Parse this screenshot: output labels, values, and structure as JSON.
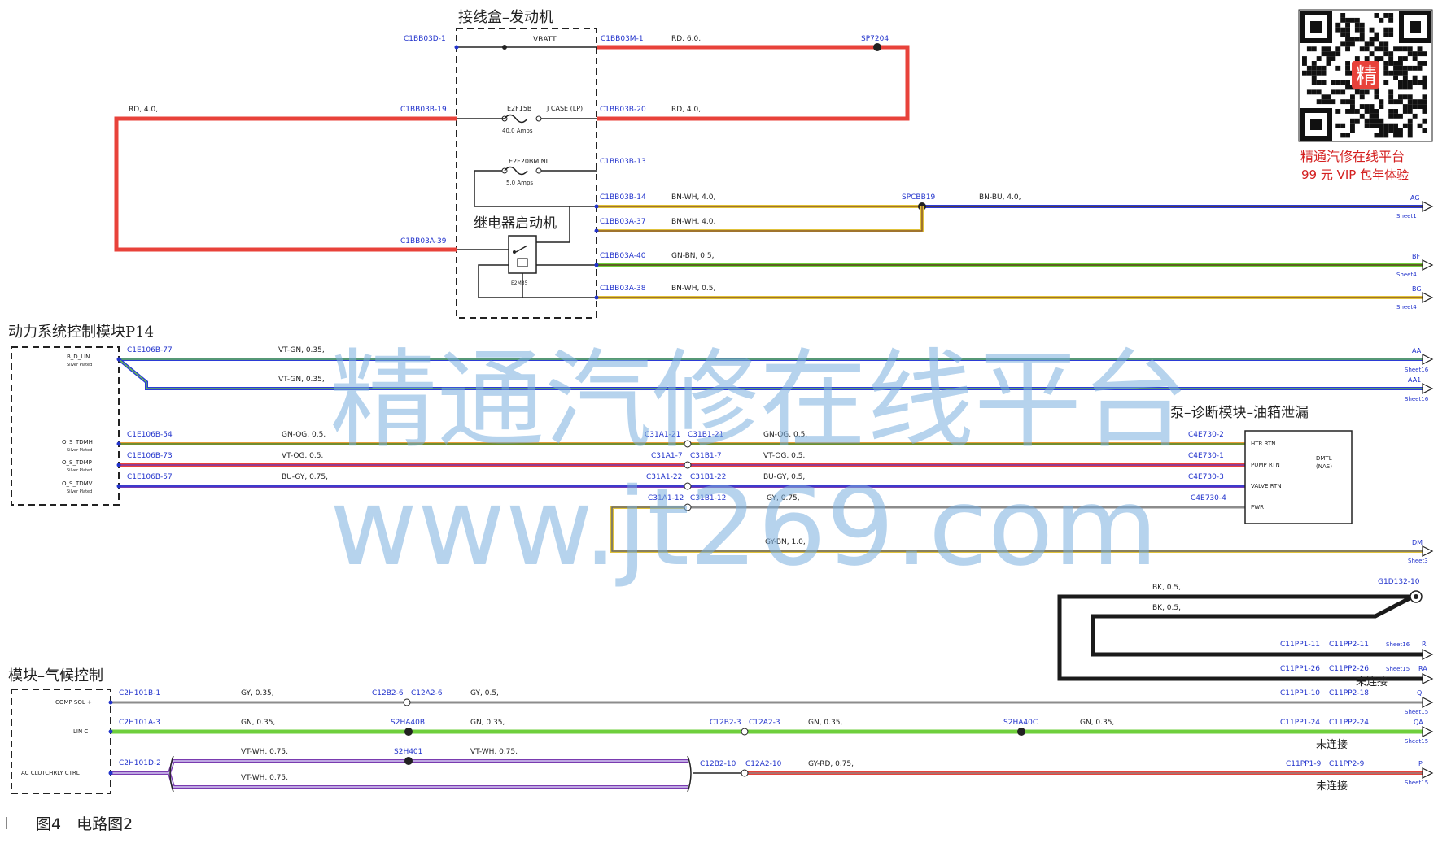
{
  "titles": {
    "junction_box": "接线盒–发动机",
    "relay": "继电器启动机",
    "pcm": "动力系统控制模块P14",
    "pump": "泵–诊断模块–油箱泄漏",
    "climate": "模块–气候控制",
    "caption": "图4　电路图2"
  },
  "watermark": {
    "cn": "精通汽修在线平台",
    "url": "www.jt269.com",
    "qr_line1": "精通汽修在线平台",
    "qr_line2": "99 元 VIP 包年体验",
    "qr_badge": "精"
  },
  "junction": {
    "c1bb03d_1": "C1BB03D-1",
    "c1bb03b_19": "C1BB03B-19",
    "c1bb03a_39": "C1BB03A-39",
    "vbatt": "VBATT",
    "c1bb03m_1": "C1BB03M-1",
    "rd60": "RD, 6.0,",
    "sp7204": "SP7204",
    "rd40_left": "RD, 4.0,",
    "e2f15b": "E2F15B",
    "jcase": "J CASE (LP)",
    "amps40": "40.0 Amps",
    "c1bb03b_20": "C1BB03B-20",
    "rd40_right": "RD, 4.0,",
    "e2f20": "E2F20BMINI",
    "amps5": "5.0 Amps",
    "c1bb03b_13": "C1BB03B-13",
    "c1bb03b_14": "C1BB03B-14",
    "bnwh40a": "BN-WH, 4.0,",
    "spcbb19": "SPCBB19",
    "bnbu40": "BN-BU, 4.0,",
    "c1bb03a_37": "C1BB03A-37",
    "bnwh40b": "BN-WH, 4.0,",
    "c1bb03a_40": "C1BB03A-40",
    "gnbn05": "GN-BN, 0.5,",
    "c1bb03a_38": "C1BB03A-38",
    "bnwh05": "BN-WH, 0.5,",
    "relay_label": "E2M35",
    "ag": "AG",
    "sheet1": "Sheet1",
    "bf": "BF",
    "sheet4a": "Sheet4",
    "bg": "BG",
    "sheet4b": "Sheet4"
  },
  "pcm": {
    "b_d_lin": "B_D_LIN",
    "plated1": "Silver Plated",
    "o_s_tdmh": "O_S_TDMH",
    "plated2": "Silver Plated",
    "o_s_tdmp": "O_S_TDMP",
    "plated3": "Silver Plated",
    "o_s_tdmv": "O_S_TDMV",
    "plated4": "Silver Plated",
    "c1e106b_77": "C1E106B-77",
    "vtgn035a": "VT-GN, 0.35,",
    "vtgn035b": "VT-GN, 0.35,",
    "aa": "AA",
    "sheet16a": "Sheet16",
    "aa1": "AA1",
    "sheet16b": "Sheet16",
    "c1e106b_54": "C1E106B-54",
    "gnog05a": "GN-OG, 0.5,",
    "c31a1_21": "C31A1-21",
    "c31b1_21": "C31B1-21",
    "gnog05b": "GN-OG, 0.5,",
    "c4e730_2": "C4E730-2",
    "c1e106b_73": "C1E106B-73",
    "vtog05a": "VT-OG, 0.5,",
    "c31a1_7": "C31A1-7",
    "c31b1_7": "C31B1-7",
    "vtog05b": "VT-OG, 0.5,",
    "c4e730_1": "C4E730-1",
    "c1e106b_57": "C1E106B-57",
    "bugy075": "BU-GY, 0.75,",
    "c31a1_22": "C31A1-22",
    "c31b1_22": "C31B1-22",
    "bugy05": "BU-GY, 0.5,",
    "c4e730_3": "C4E730-3",
    "c31a1_12": "C31A1-12",
    "c31b1_12": "C31B1-12",
    "gy075": "GY, 0.75,",
    "c4e730_4": "C4E730-4",
    "gybn10": "GY-BN, 1.0,",
    "dm": "DM",
    "sheet3": "Sheet3",
    "htr_rtn": "HTR RTN",
    "pump_rtn": "PUMP RTN",
    "valve_rtn": "VALVE RTN",
    "pwr": "PWR",
    "dmtl": "DMTL",
    "nas": "(NAS)"
  },
  "ground": {
    "g1d132_10": "G1D132-10",
    "bk05a": "BK, 0.5,",
    "bk05b": "BK, 0.5,",
    "c11pp1_11": "C11PP1-11",
    "c11pp2_11": "C11PP2-11",
    "sheet16c": "Sheet16",
    "r": "R",
    "c11pp1_26": "C11PP1-26",
    "c11pp2_26": "C11PP2-26",
    "sheet15a": "Sheet15",
    "ra": "RA",
    "nc1": "未连接"
  },
  "climate": {
    "comp_sol": "COMP SOL +",
    "lin_c": "LIN C",
    "ac_clutch": "AC CLUTCHRLY CTRL",
    "c2h101b_1": "C2H101B-1",
    "gy035": "GY, 0.35,",
    "c12b2_6": "C12B2-6",
    "c12a2_6": "C12A2-6",
    "gy05": "GY, 0.5,",
    "c11pp1_10": "C11PP1-10",
    "c11pp2_18": "C11PP2-18",
    "q": "Q",
    "sheet15b": "Sheet15",
    "c2h101a_3": "C2H101A-3",
    "gn035a": "GN, 0.35,",
    "s2ha40b": "S2HA40B",
    "gn035b": "GN, 0.35,",
    "c12b2_3": "C12B2-3",
    "c12a2_3": "C12A2-3",
    "gn035c": "GN, 0.35,",
    "s2ha40c": "S2HA40C",
    "gn035d": "GN, 0.35,",
    "c11pp1_24": "C11PP1-24",
    "c11pp2_24": "C11PP2-24",
    "qa": "QA",
    "sheet15c": "Sheet15",
    "nc2": "未连接",
    "vtwh075a": "VT-WH, 0.75,",
    "s2h401": "S2H401",
    "vtwh075b": "VT-WH, 0.75,",
    "c2h101d_2": "C2H101D-2",
    "vtwh075c": "VT-WH, 0.75,",
    "c12b2_10": "C12B2-10",
    "c12a2_10": "C12A2-10",
    "gyrd075": "GY-RD, 0.75,",
    "c11pp1_9": "C11PP1-9",
    "c11pp2_9": "C11PP2-9",
    "p": "P",
    "sheet15d": "Sheet15",
    "nc3": "未连接"
  },
  "colors": {
    "red": "#e8423a",
    "blue": "#2b3bd6",
    "conn": "#2233cc",
    "black": "#1a1a1a",
    "green": "#6fcf3c",
    "yellow": "#e0c23a",
    "brown": "#8a5a2b",
    "violet": "#7a3bb0",
    "orange": "#e89a3a",
    "gray": "#8c8c8c",
    "wm": "#7aaede"
  }
}
